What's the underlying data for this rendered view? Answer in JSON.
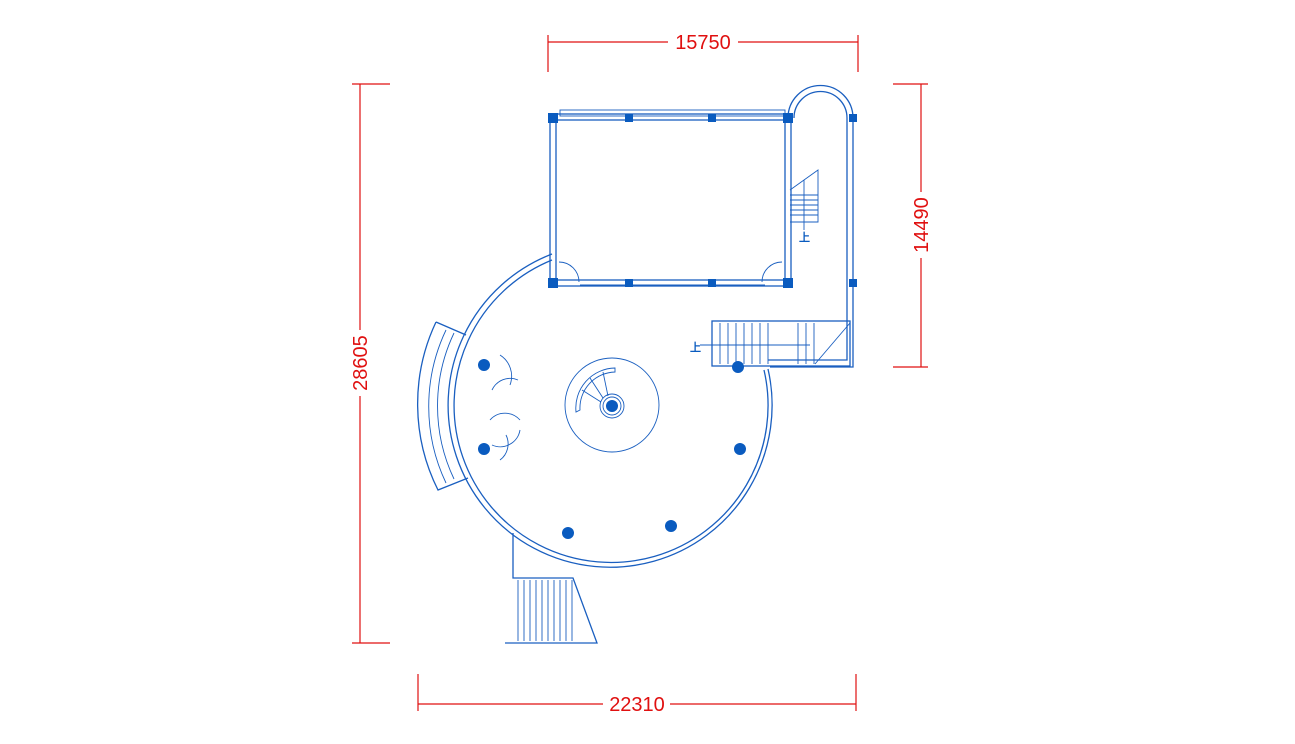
{
  "drawing": {
    "dimensions": {
      "top_width": "15750",
      "right_height": "14490",
      "left_height": "28605",
      "bottom_width": "22310"
    },
    "stair_labels": {
      "corridor_stair": "上",
      "east_stair": "上"
    },
    "colors": {
      "walls": "#1a5fc0",
      "columns": "#0a5bbf",
      "dimensions": "#e01010"
    }
  }
}
